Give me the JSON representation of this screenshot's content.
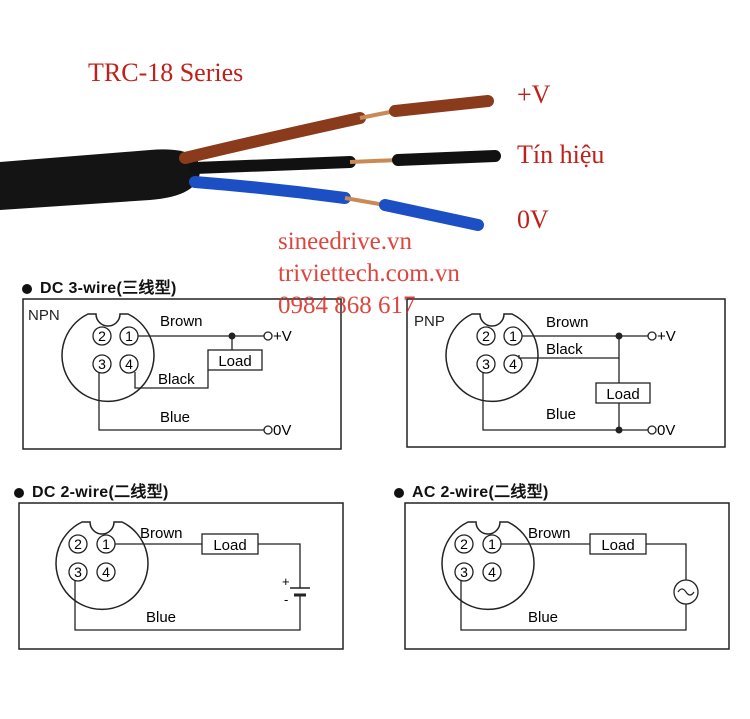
{
  "photo": {
    "series_title": "TRC-18 Series",
    "wire_labels": {
      "pos": "+V",
      "signal": "Tín hiệu",
      "zero": "0V"
    }
  },
  "watermark": {
    "line1": "sineedrive.vn",
    "line2": "triviettech.com.vn",
    "line3": "0984 868 617"
  },
  "sections": {
    "dc3": "DC 3-wire(三线型)",
    "dc2": "DC 2-wire(二线型)",
    "ac2": "AC 2-wire(二线型)"
  },
  "diagrams": {
    "npn": {
      "type": "NPN",
      "brown": "Brown",
      "black": "Black",
      "blue": "Blue",
      "load": "Load",
      "vplus": "+V",
      "zero": "0V"
    },
    "pnp": {
      "type": "PNP",
      "brown": "Brown",
      "black": "Black",
      "blue": "Blue",
      "load": "Load",
      "vplus": "+V",
      "zero": "0V"
    },
    "dc2": {
      "brown": "Brown",
      "blue": "Blue",
      "load": "Load",
      "plus": "+",
      "minus": "-"
    },
    "ac2": {
      "brown": "Brown",
      "blue": "Blue",
      "load": "Load"
    }
  },
  "pins": [
    "1",
    "2",
    "3",
    "4"
  ],
  "colors": {
    "brown_wire": "#8a3b1c",
    "black_wire": "#111111",
    "blue_wire": "#1c4fc4",
    "label_red": "#c0201a"
  }
}
